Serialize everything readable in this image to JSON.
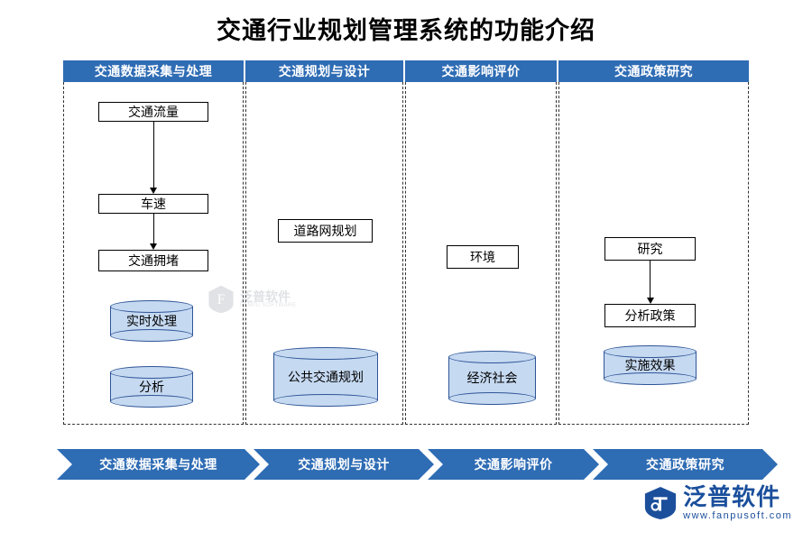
{
  "page": {
    "title": "交通行业规划管理系统的功能介绍"
  },
  "columns": [
    {
      "header": "交通数据采集与处理",
      "nodes": [
        {
          "label": "交通流量",
          "shape": "rect"
        },
        {
          "label": "车速",
          "shape": "rect"
        },
        {
          "label": "交通拥堵",
          "shape": "rect"
        },
        {
          "label": "实时处理",
          "shape": "cylinder"
        },
        {
          "label": "分析",
          "shape": "cylinder"
        }
      ]
    },
    {
      "header": "交通规划与设计",
      "nodes": [
        {
          "label": "道路网规划",
          "shape": "rect"
        },
        {
          "label": "公共交通规划",
          "shape": "cylinder"
        }
      ]
    },
    {
      "header": "交通影响评价",
      "nodes": [
        {
          "label": "环境",
          "shape": "rect"
        },
        {
          "label": "经济社会",
          "shape": "cylinder"
        }
      ]
    },
    {
      "header": "交通政策研究",
      "nodes": [
        {
          "label": "研究",
          "shape": "rect"
        },
        {
          "label": "分析政策",
          "shape": "rect"
        },
        {
          "label": "实施效果",
          "shape": "cylinder"
        }
      ]
    }
  ],
  "ribbon": [
    "交通数据采集与处理",
    "交通规划与设计",
    "交通影响评价",
    "交通政策研究"
  ],
  "watermark": {
    "main": "泛普软件",
    "sub": "FANPU SOFTWARE"
  },
  "brand": {
    "main": "泛普软件",
    "sub": "www.fanpusoft.com"
  },
  "colors": {
    "header_blue": "#2e6cb4",
    "cylinder_fill": "#c5d9f1",
    "cylinder_stroke": "#2f5597",
    "brand_blue": "#1b4f9c"
  }
}
